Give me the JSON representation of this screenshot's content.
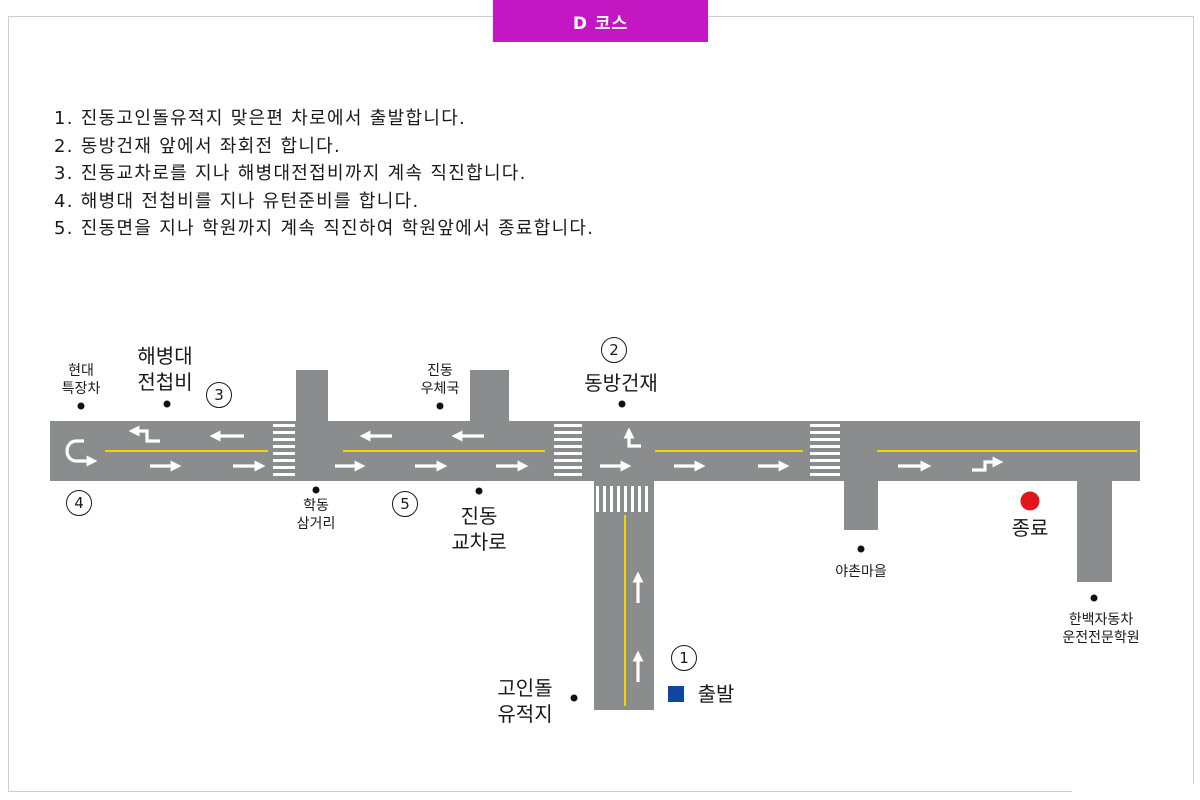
{
  "course_title": "D 코스",
  "steps": [
    "1. 진동고인돌유적지 맞은편 차로에서 출발합니다.",
    "2. 동방건재 앞에서 좌회전 합니다.",
    "3. 진동교차로를 지나 해병대전접비까지 계속 직진합니다.",
    "4. 해병대 전첩비를 지나 유턴준비를 합니다.",
    "5. 진동면을 지나 학원까지 계속 직진하여 학원앞에서 종료합니다."
  ],
  "places": {
    "hyundai": "현대\n특장차",
    "marine": "해병대\n전첩비",
    "post_office": "진동\n우체국",
    "dongbang": "동방건재",
    "hakdong": "학동\n삼거리",
    "jindong_cross": "진동\n교차로",
    "yachon": "야촌마을",
    "academy": "한백자동차\n운전전문학원",
    "dolmen": "고인돌\n유적지"
  },
  "markers": {
    "start": "출발",
    "end": "종료"
  },
  "step_numbers": {
    "n1": "1",
    "n2": "2",
    "n3": "3",
    "n4": "4",
    "n5": "5"
  },
  "colors": {
    "accent": "#c417c4",
    "road": "#8a8c8e",
    "center_line": "#f2d500",
    "end_marker": "#e3141b",
    "start_marker": "#0d47a1"
  },
  "icons": {
    "road_arrows": "arrow-icon",
    "uturn": "u-turn-icon"
  }
}
